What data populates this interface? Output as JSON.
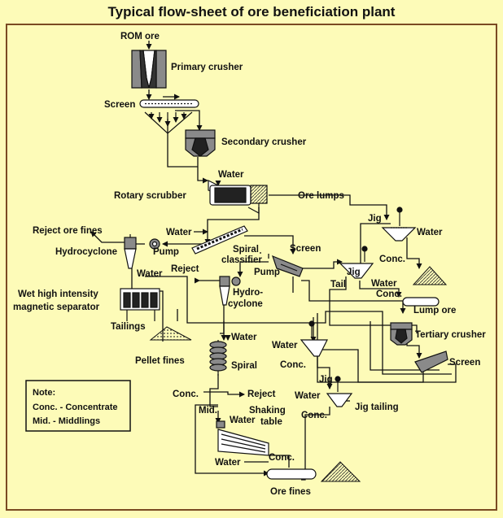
{
  "title": "Typical flow-sheet of ore beneficiation plant",
  "labels": {
    "rom_ore": "ROM ore",
    "primary_crusher": "Primary crusher",
    "screen_1": "Screen",
    "secondary_crusher": "Secondary crusher",
    "water_scrubber": "Water",
    "rotary_scrubber": "Rotary scrubber",
    "ore_lumps": "Ore lumps",
    "jig_1": "Jig",
    "water_jig1": "Water",
    "reject_ore_fines": "Reject ore fines",
    "water_spiral_classifier": "Water",
    "hydrocyclone_1": "Hydrocyclone",
    "pump_1": "Pump",
    "spiral_classifier_1": "Spiral",
    "spiral_classifier_2": "classifier",
    "screen_2": "Screen",
    "conc_jig1": "Conc.",
    "water_whims": "Water",
    "reject_2": "Reject",
    "pump_2": "Pump",
    "jig_2": "Jig",
    "tail": "Tail",
    "water_jig2": "Water",
    "conc_jig2": "Conc.",
    "whims_1": "Wet high intensity",
    "whims_2": "magnetic separator",
    "hydro2_1": "Hydro-",
    "hydro2_2": "cyclone",
    "lump_ore": "Lump ore",
    "tailings": "Tailings",
    "tertiary_crusher": "Tertiary crusher",
    "water_spiral": "Water",
    "water_jig3": "Water",
    "pellet_fines": "Pellet fines",
    "spiral": "Spiral",
    "conc_jig3": "Conc.",
    "screen_3": "Screen",
    "jig_4": "Jig",
    "water_jig4": "Water",
    "conc_spiral": "Conc.",
    "reject_spiral": "Reject",
    "jig_tailing": "Jig tailing",
    "mid": "Mid.",
    "shaking_table_1": "Shaking",
    "water_table": "Water",
    "shaking_table_2": "table",
    "conc_jig4": "Conc.",
    "water_bottom": "Water",
    "conc_table": "Conc.",
    "ore_fines": "Ore fines"
  },
  "note": {
    "heading": "Note:",
    "line1": "Conc. - Concentrate",
    "line2": "Mid. - Middlings"
  },
  "colors": {
    "background": "#fdfbb8",
    "frame": "#7a4a22",
    "ink": "#111111",
    "equipment": "#8a8a8a"
  }
}
